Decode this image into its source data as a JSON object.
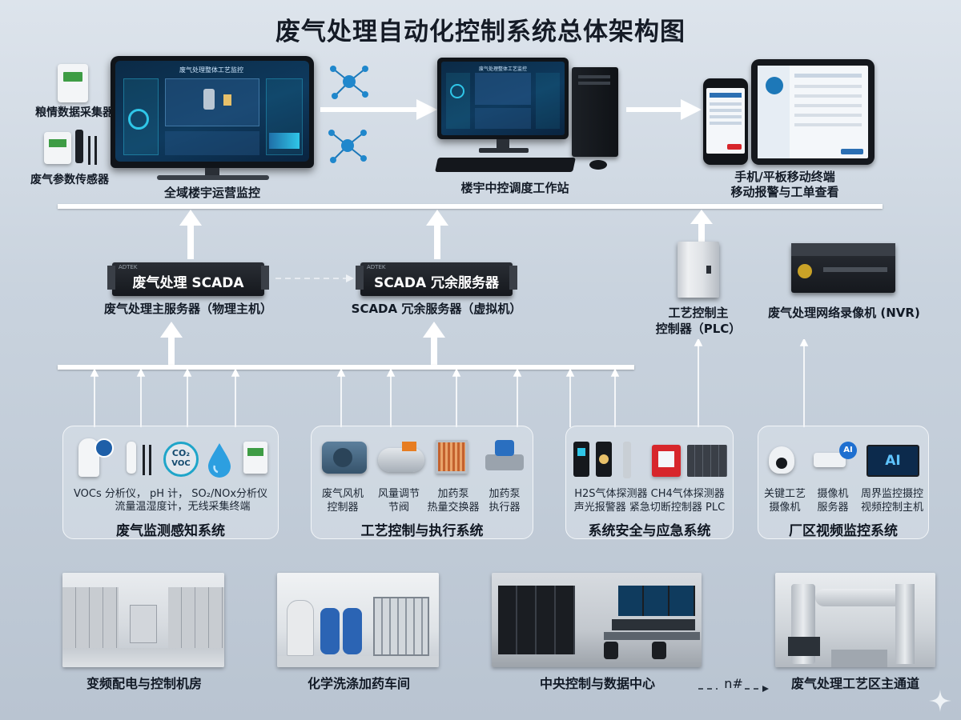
{
  "title": "废气处理自动化控制系统总体架构图",
  "top": {
    "sensor_collector": "粮情数据采集器",
    "sensor_gas": "废气参数传感器",
    "monitor_wall_label": "全域楼宇运营监控",
    "workstation_label": "楼宇中控调度工作站",
    "mobile_label_1": "手机/平板移动终端",
    "mobile_label_2": "移动报警与工单查看",
    "monitor_screen_title": "废气处理整体工艺监控",
    "workstation_screen_title": "废气处理整体工艺监控"
  },
  "servers": {
    "main_box": "废气处理 SCADA",
    "main_label": "废气处理主服务器（物理主机）",
    "redundant_box": "SCADA 冗余服务器",
    "redundant_label": "SCADA 冗余服务器（虚拟机）",
    "plc_label_1": "工艺控制主",
    "plc_label_2": "控制器（PLC）",
    "nvr_label": "废气处理网络录像机 (NVR)",
    "brand": "ADTEK"
  },
  "groups": {
    "monitoring": {
      "title": "废气监测感知系统",
      "line1": "VOCs 分析仪，  pH 计，   SO₂/NOx分析仪",
      "line2": "流量温湿度计，无线采集终端",
      "co2": "CO₂",
      "voc": "VOC"
    },
    "process": {
      "title": "工艺控制与执行系统",
      "items": [
        {
          "line1": "废气风机",
          "line2": "控制器"
        },
        {
          "line1": "风量调节",
          "line2": "节阀"
        },
        {
          "line1": "加药泵",
          "line2": "热量交换器"
        },
        {
          "line1": "加药泵",
          "line2": "执行器"
        }
      ]
    },
    "safety": {
      "title": "系统安全与应急系统",
      "line1": "H2S气体探测器  CH4气体探测器",
      "line2": "声光报警器  紧急切断控制器 PLC"
    },
    "video": {
      "title": "厂区视频监控系统",
      "items": [
        {
          "line1": "关键工艺",
          "line2": "摄像机"
        },
        {
          "line1": "摄像机",
          "line2": "服务器"
        },
        {
          "line1": "周界监控摄控",
          "line2": "视频控制主机"
        }
      ],
      "ai": "AI"
    }
  },
  "facilities": {
    "power_room": "变频配电与控制机房",
    "chemical_room": "化学洗涤加药车间",
    "control_center": "中央控制与数据中心",
    "connector": "n#",
    "main_corridor": "废气处理工艺区主通道"
  },
  "colors": {
    "bus": "#ffffff",
    "screen": "#0e3a5e",
    "accent_cyan": "#2fc6e8",
    "alarm_red": "#d7262b"
  }
}
